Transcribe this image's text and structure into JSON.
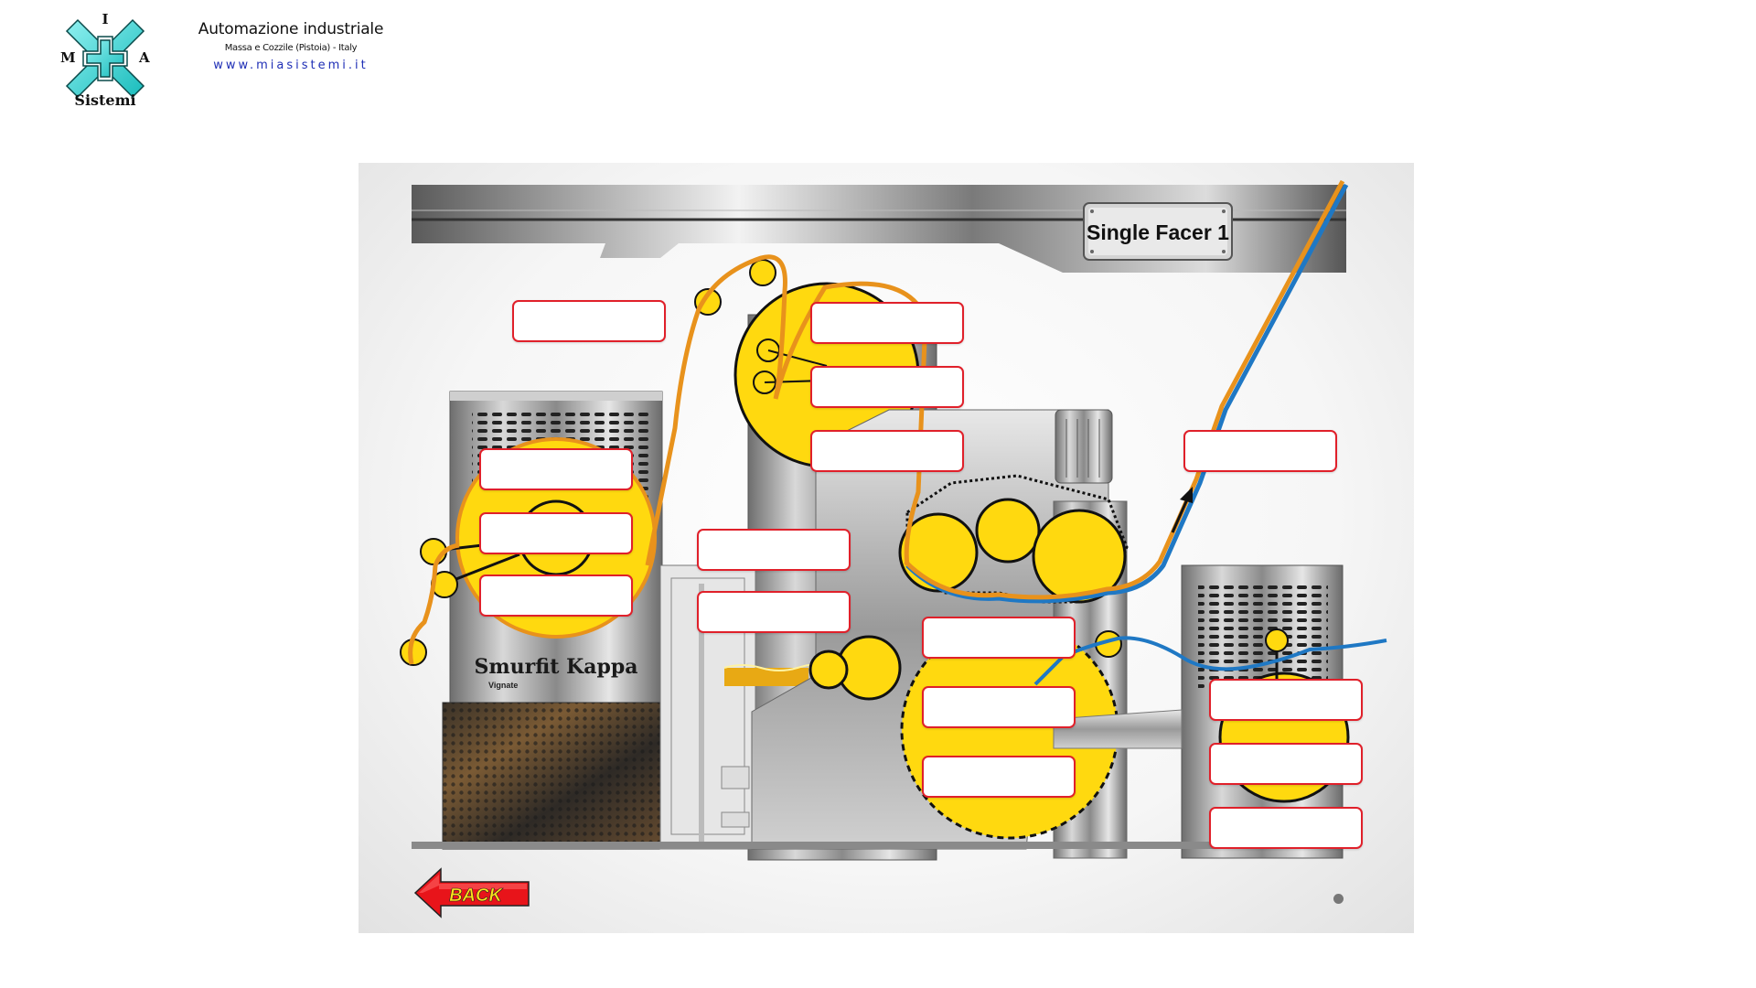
{
  "header": {
    "logo_text": {
      "top": "I",
      "left": "M",
      "right": "A",
      "bottom": "Sistemi"
    },
    "company_title": "Automazione industriale",
    "company_location": "Massa e Cozzile (Pistoia) - Italy",
    "website": "www.miasistemi.it"
  },
  "diagram": {
    "machine_title": "Single Facer 1",
    "brand_name": "Smurfit Kappa",
    "brand_location": "Vignate",
    "label_fields": [
      {
        "id": "f1",
        "value": ""
      },
      {
        "id": "f2",
        "value": ""
      },
      {
        "id": "f3",
        "value": ""
      },
      {
        "id": "f4",
        "value": ""
      },
      {
        "id": "f5",
        "value": ""
      },
      {
        "id": "f6",
        "value": ""
      },
      {
        "id": "f7",
        "value": ""
      },
      {
        "id": "f8",
        "value": ""
      },
      {
        "id": "f9",
        "value": ""
      },
      {
        "id": "f10",
        "value": ""
      },
      {
        "id": "f11",
        "value": ""
      },
      {
        "id": "f12",
        "value": ""
      },
      {
        "id": "f13",
        "value": ""
      },
      {
        "id": "f14",
        "value": ""
      },
      {
        "id": "f15",
        "value": ""
      },
      {
        "id": "f16",
        "value": ""
      }
    ]
  },
  "navigation": {
    "back_label": "BACK"
  },
  "colors": {
    "paper_orange": "#e8921c",
    "paper_blue": "#1f78c4",
    "roller_yellow": "#ffd90f",
    "field_border": "#e0202a",
    "back_red": "#e8141a",
    "back_text": "#ffe21a",
    "logo_cyan": "#3fd6d6"
  }
}
